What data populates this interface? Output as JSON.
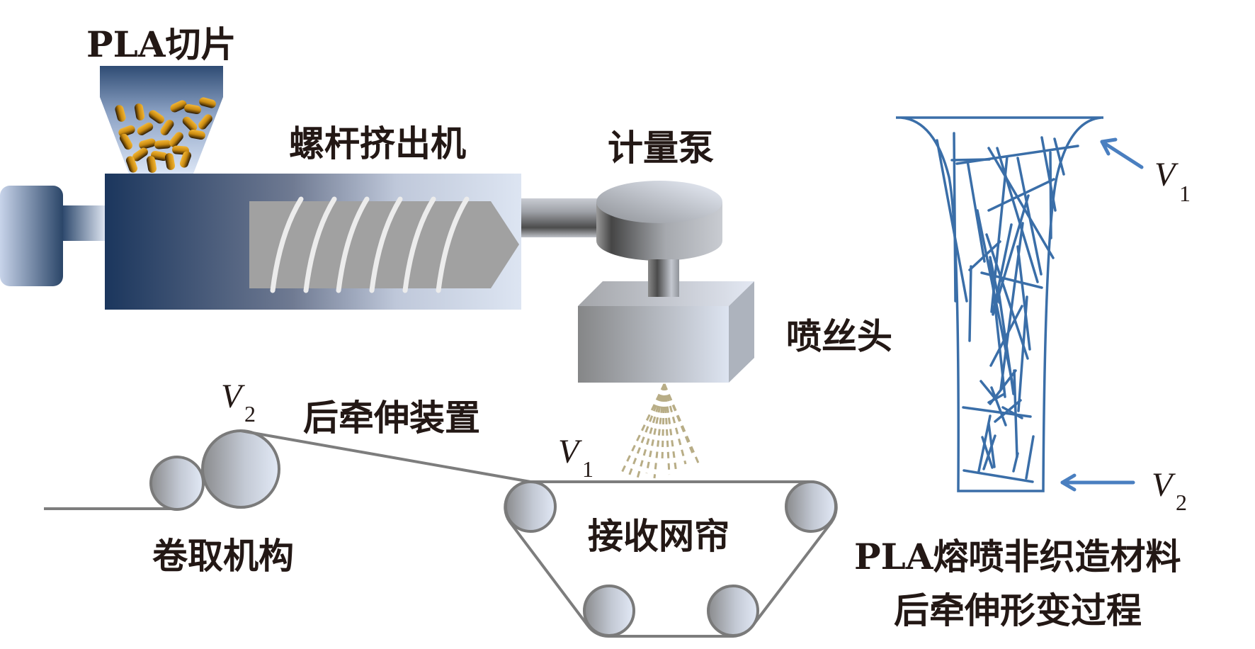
{
  "title": "PLA熔喷非织造材料后牵伸工艺示意图",
  "labels": {
    "pla_chips": "PLA切片",
    "screw_extruder": "螺杆挤出机",
    "metering_pump": "计量泵",
    "spinneret": "喷丝头",
    "post_draw_device": "后牵伸装置",
    "take_up_mechanism": "卷取机构",
    "collector_screen": "接收网帘",
    "process_caption_line1": "PLA熔喷非织造材料",
    "process_caption_line2": "后牵伸形变过程"
  },
  "velocities": {
    "v1": {
      "symbol": "V",
      "subscript": "1"
    },
    "v2": {
      "symbol": "V",
      "subscript": "2"
    }
  },
  "colors": {
    "text": "#231815",
    "barrel_dark": "#1b365d",
    "barrel_light": "#dde5f2",
    "screw": "#a0a0a0",
    "fiber": "#3a6ea8",
    "arrow": "#4a7fc0",
    "chip": "#d9920f",
    "jet": "#b8ad86",
    "belt": "#7d7d7d"
  }
}
